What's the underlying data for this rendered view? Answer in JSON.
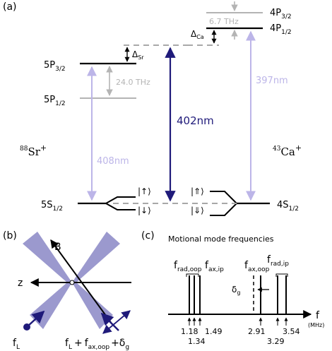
{
  "panel_a": {
    "label": "(a)",
    "sr": {
      "isotope": "88",
      "element": "Sr",
      "charge": "+",
      "levels": {
        "p32": {
          "main": "5P",
          "sub": "3/2"
        },
        "p12": {
          "main": "5P",
          "sub": "1/2"
        },
        "s12": {
          "main": "5S",
          "sub": "1/2"
        }
      },
      "fine_splitting": "24.0 THz",
      "detuning": {
        "main": "Δ",
        "sub": "Sr"
      },
      "spin_up": "|↑⟩",
      "spin_down": "|↓⟩",
      "transition": "408nm"
    },
    "ca": {
      "isotope": "43",
      "element": "Ca",
      "charge": "+",
      "levels": {
        "p32": {
          "main": "4P",
          "sub": "3/2"
        },
        "p12": {
          "main": "4P",
          "sub": "1/2"
        },
        "s12": {
          "main": "4S",
          "sub": "1/2"
        }
      },
      "fine_splitting": "6.7 THz",
      "detuning": {
        "main": "Δ",
        "sub": "Ca"
      },
      "spin_up": "|⇑⟩",
      "spin_down": "|⇓⟩",
      "transition": "397nm"
    },
    "raman_transition": "402nm"
  },
  "panel_b": {
    "label": "(b)",
    "b_field": "B",
    "z_axis": "z",
    "beam_left": {
      "main": "f",
      "sub": "L"
    },
    "beam_right": {
      "f1": "f",
      "s1": "L",
      "plus1": "+",
      "f2": "f",
      "s2": "ax,oop",
      "plus2": "+",
      "d": "δ",
      "ds": "g"
    }
  },
  "panel_c": {
    "label": "(c)",
    "title": "Motional mode frequencies",
    "axis_label": "f",
    "axis_unit": "(MHz)",
    "detuning_label": {
      "main": "δ",
      "sub": "g"
    },
    "group_labels": {
      "rad_oop": {
        "main": "f",
        "sub": "rad,oop"
      },
      "ax_ip": {
        "main": "f",
        "sub": "ax,ip"
      },
      "ax_oop": {
        "main": "f",
        "sub": "ax,oop"
      },
      "rad_ip": {
        "main": "f",
        "sub": "rad,ip"
      }
    },
    "modes": [
      {
        "value": "1.18",
        "freq": 1.18
      },
      {
        "value": "1.34",
        "freq": 1.34
      },
      {
        "value": "1.49",
        "freq": 1.49
      },
      {
        "value": "2.91",
        "freq": 2.91
      },
      {
        "value": "3.29",
        "freq": 3.29
      },
      {
        "value": "3.54",
        "freq": 3.54
      }
    ]
  },
  "colors": {
    "navy": "#1f1a7a",
    "lavender": "#bcb5e8",
    "beam": "#8a87c6",
    "gray": "#b4b4b4",
    "dash": "#a8a8a8",
    "black": "#000000"
  }
}
